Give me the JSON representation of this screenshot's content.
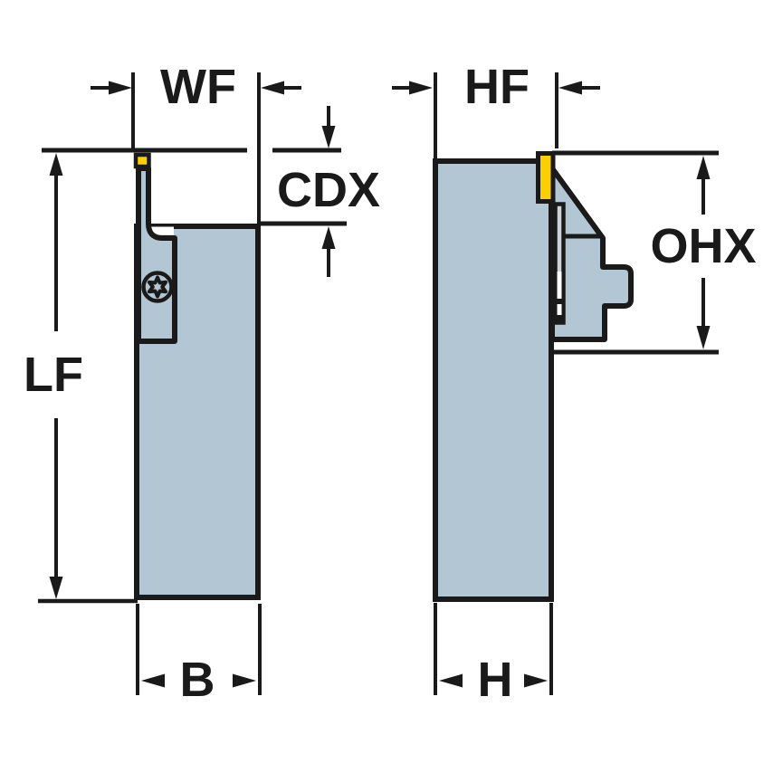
{
  "diagram": {
    "labels": {
      "wf": "WF",
      "cdx": "CDX",
      "lf": "LF",
      "b": "B",
      "hf": "HF",
      "ohx": "OHX",
      "h": "H"
    },
    "colors": {
      "line": "#1a1a1a",
      "body_fill": "#b3c6d4",
      "insert_fill": "#fccf05",
      "blade_fill": "#cdd3d8",
      "background": "#ffffff"
    }
  }
}
